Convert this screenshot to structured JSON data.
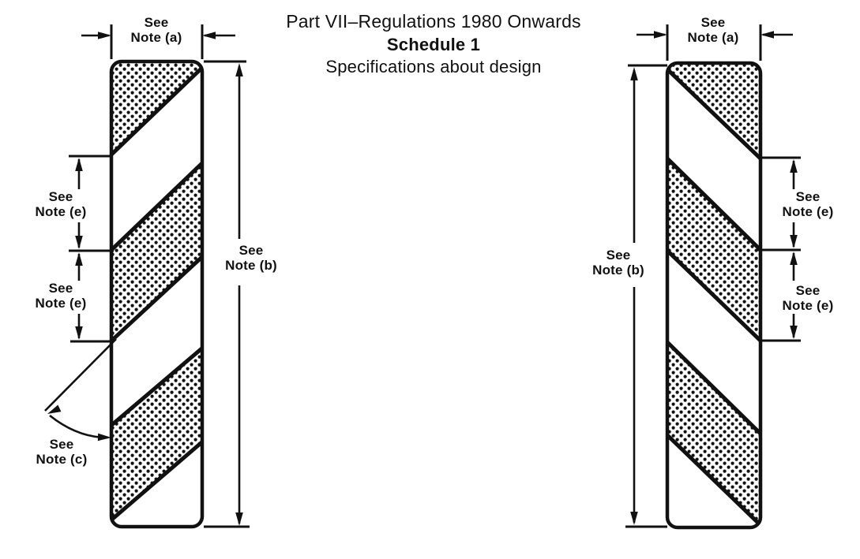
{
  "page": {
    "background_color": "#ffffff",
    "ink_color": "#111111"
  },
  "title": {
    "line1": "Part VII–Regulations 1980 Onwards",
    "line2": "Schedule 1",
    "line3": "Specifications about design"
  },
  "annotations": {
    "left_post": {
      "width_note": {
        "line1": "See",
        "line2": "Note (a)"
      },
      "height_note": {
        "line1": "See",
        "line2": "Note (b)"
      },
      "stripe_note_upper": {
        "line1": "See",
        "line2": "Note (e)"
      },
      "stripe_note_lower": {
        "line1": "See",
        "line2": "Note (e)"
      },
      "angle_note": {
        "line1": "See",
        "line2": "Note (c)"
      }
    },
    "right_post": {
      "width_note": {
        "line1": "See",
        "line2": "Note (a)"
      },
      "height_note": {
        "line1": "See",
        "line2": "Note (b)"
      },
      "stripe_note_upper": {
        "line1": "See",
        "line2": "Note (e)"
      },
      "stripe_note_lower": {
        "line1": "See",
        "line2": "Note (e)"
      }
    }
  }
}
